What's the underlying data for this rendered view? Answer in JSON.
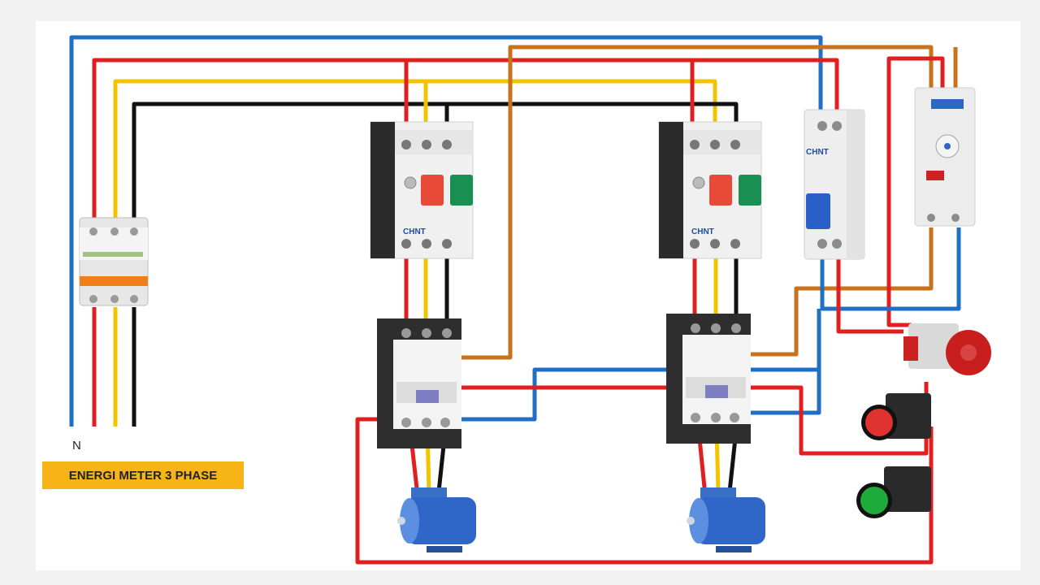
{
  "labels": {
    "neutral": "N",
    "title": "ENERGI METER 3 PHASE"
  },
  "devices": {
    "motor_protector_brand": "CHNT",
    "breaker_brand": "CHNT"
  },
  "wire_colors": {
    "neutral": "#1f6fc4",
    "phase_r": "#e02020",
    "phase_s": "#f2c300",
    "phase_t": "#111111",
    "control": "#c8721c"
  }
}
